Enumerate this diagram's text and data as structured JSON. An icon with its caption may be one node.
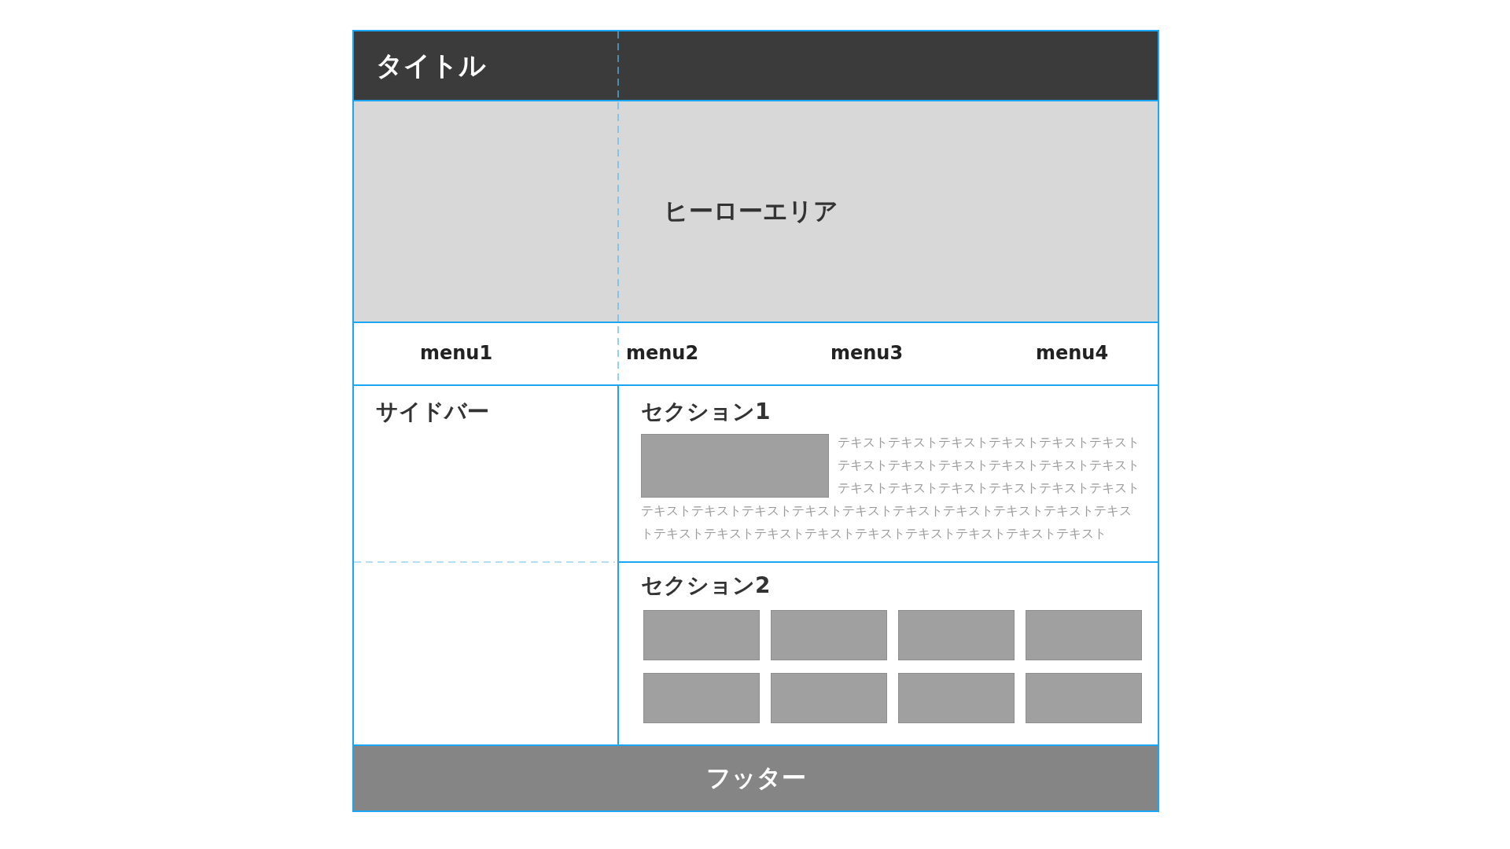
{
  "diagram": {
    "nodes": [
      {
        "text": [
          "タイトル"
        ]
      },
      {
        "text": [
          "ヒーローエリア"
        ]
      },
      {
        "text": [
          "menu1",
          "menu2",
          "menu3",
          "menu4"
        ]
      },
      {
        "text": [
          "サイドバー"
        ]
      },
      {
        "text": [
          "セクション1",
          "テキストテキストテキストテキストテキストテキストテキストテキストテキストテキストテキストテキストテキストテキストテキストテキストテキストテキストテキストテキストテキストテキストテキストテキストテキストテキストテキストテキストテキストテキストテキストテキストテキストテキストテキストテキストテキスト"
        ]
      },
      {
        "text": [],
        "shape": "box",
        "in": 4
      },
      {
        "text": [
          "セクション2"
        ]
      },
      {
        "text": [],
        "shape": "box",
        "in": 6
      },
      {
        "text": [],
        "shape": "box",
        "in": 6
      },
      {
        "text": [],
        "shape": "box",
        "in": 6
      },
      {
        "text": [],
        "shape": "box",
        "in": 6
      },
      {
        "text": [],
        "shape": "box",
        "in": 6
      },
      {
        "text": [],
        "shape": "box",
        "in": 6
      },
      {
        "text": [],
        "shape": "box",
        "in": 6
      },
      {
        "text": [],
        "shape": "box",
        "in": 6
      },
      {
        "text": [
          "フッター"
        ]
      }
    ]
  }
}
